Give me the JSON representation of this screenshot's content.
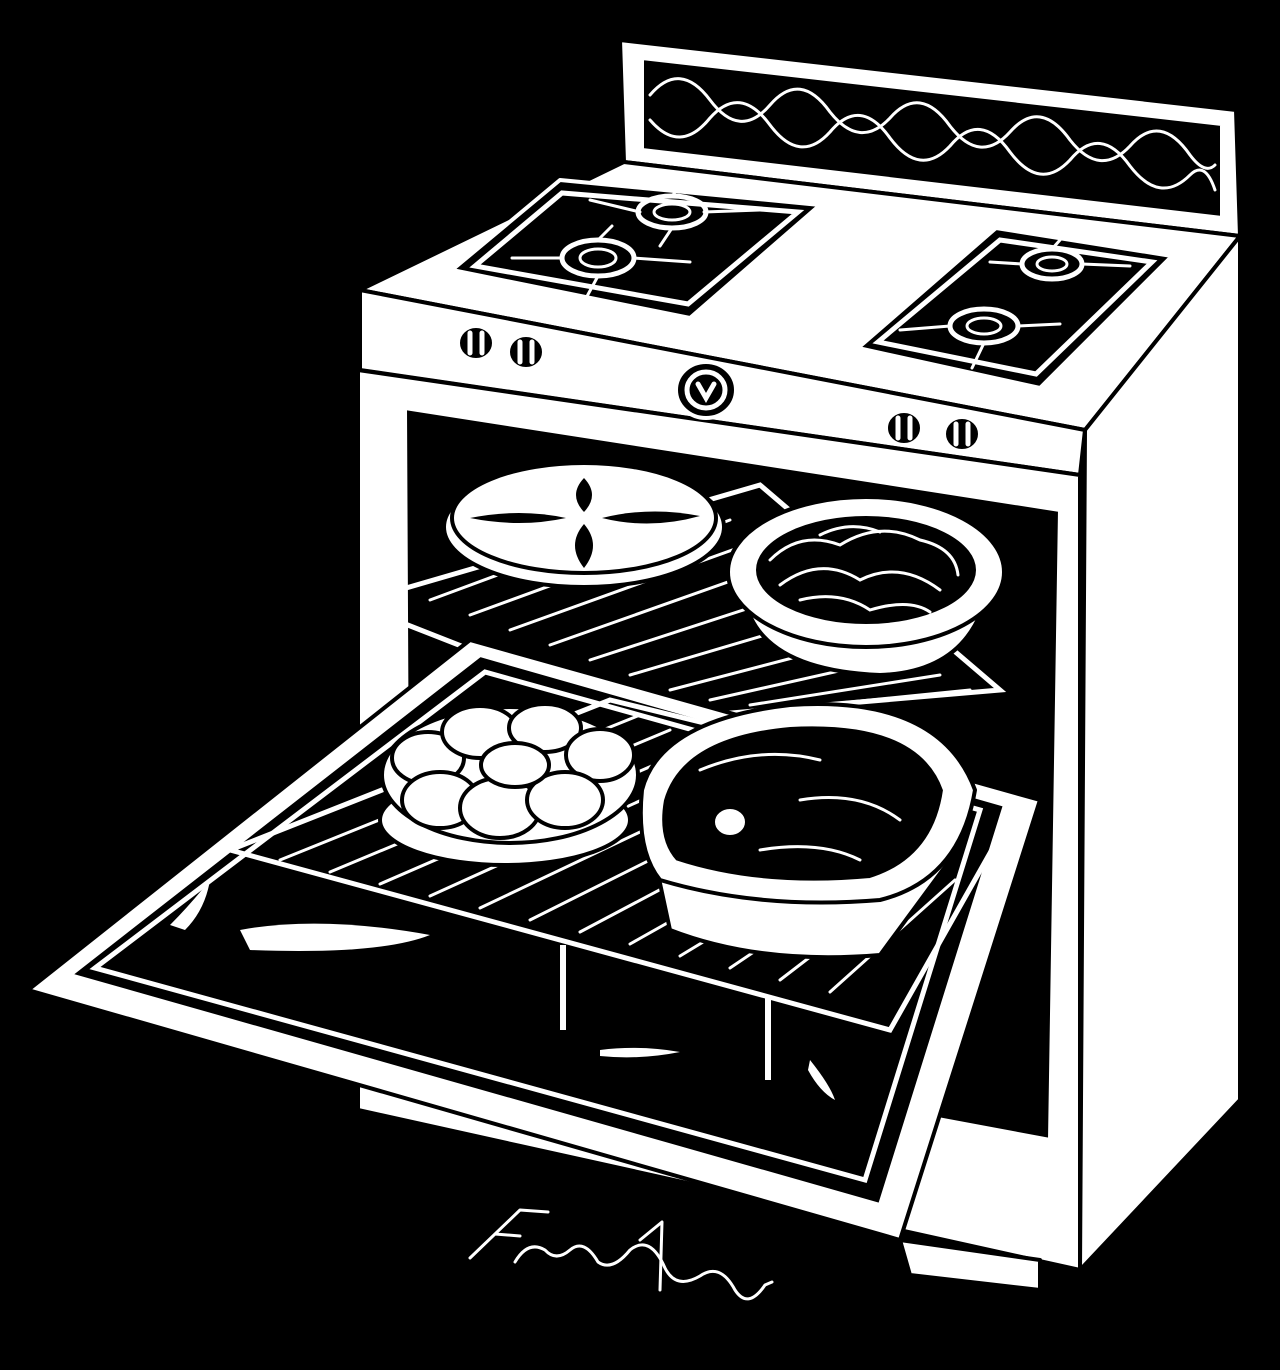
{
  "scene": {
    "subject": "oven",
    "style": "black-and-white line drawing",
    "colors": {
      "background": "#000000",
      "ink": "#ffffff"
    }
  },
  "stove": {
    "burners": 4,
    "knobs": 5,
    "oven_door": "open",
    "racks": 2
  },
  "food": [
    "pie",
    "casserole",
    "dinner-rolls",
    "ham"
  ]
}
